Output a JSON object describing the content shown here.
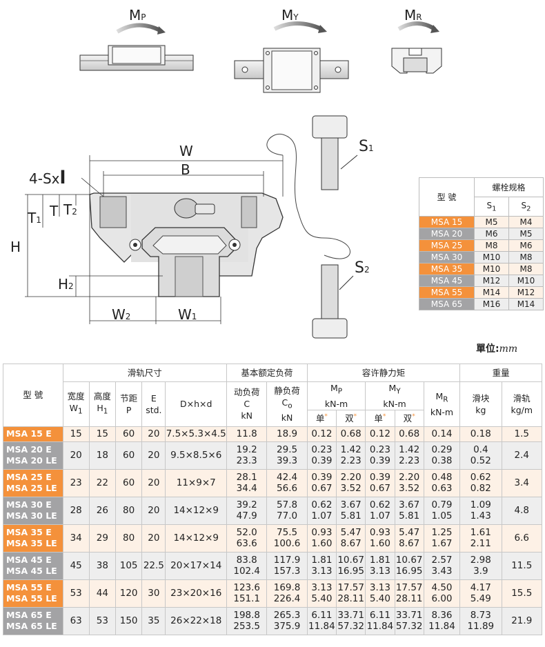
{
  "diagram": {
    "moment_labels": [
      {
        "main": "M",
        "sub": "P"
      },
      {
        "main": "M",
        "sub": "Y"
      },
      {
        "main": "M",
        "sub": "R"
      }
    ],
    "dim_labels": {
      "W": "W",
      "B": "B",
      "sx": "4-Sx",
      "sx_l": "l",
      "T1": "T",
      "T1s": "1",
      "T": "T",
      "T2": "T",
      "T2s": "2",
      "H": "H",
      "H2": "H",
      "H2s": "2",
      "W2": "W",
      "W2s": "2",
      "W1": "W",
      "W1s": "1",
      "S1": "S",
      "S1s": "1",
      "S2": "S",
      "S2s": "2"
    }
  },
  "bolt_table": {
    "header_model": "型 號",
    "header_spec": "螺栓规格",
    "header_s1": "S",
    "header_s1_sub": "1",
    "header_s2": "S",
    "header_s2_sub": "2",
    "rows": [
      {
        "model": "MSA 15",
        "s1": "M5",
        "s2": "M4"
      },
      {
        "model": "MSA 20",
        "s1": "M6",
        "s2": "M5"
      },
      {
        "model": "MSA 25",
        "s1": "M8",
        "s2": "M6"
      },
      {
        "model": "MSA 30",
        "s1": "M10",
        "s2": "M8"
      },
      {
        "model": "MSA 35",
        "s1": "M10",
        "s2": "M8"
      },
      {
        "model": "MSA 45",
        "s1": "M12",
        "s2": "M10"
      },
      {
        "model": "MSA 55",
        "s1": "M14",
        "s2": "M12"
      },
      {
        "model": "MSA 65",
        "s1": "M16",
        "s2": "M14"
      }
    ]
  },
  "unit": {
    "label": "單位:",
    "value": "mm"
  },
  "main_table": {
    "headers": {
      "model": "型 號",
      "rail_dims": "滑轨尺寸",
      "load": "基本额定负荷",
      "moment": "容许静力矩",
      "weight": "重量",
      "w1": "宽度",
      "w1_sym": "W",
      "w1_sub": "1",
      "h1": "高度",
      "h1_sym": "H",
      "h1_sub": "1",
      "p": "节距",
      "p_sym": "P",
      "e": "E",
      "e_sub": "std.",
      "dhd": "D×h×d",
      "c": "动负荷",
      "c_sym": "C",
      "c_unit": "kN",
      "co": "静负荷",
      "co_sym": "C",
      "co_sub": "o",
      "co_unit": "kN",
      "mp": "M",
      "mp_sub": "P",
      "mp_unit": "kN-m",
      "my": "M",
      "my_sub": "Y",
      "my_unit": "kN-m",
      "mr": "M",
      "mr_sub": "R",
      "mr_unit": "kN-m",
      "single": "单",
      "double": "双",
      "block": "滑块",
      "block_unit": "kg",
      "rail": "滑轨",
      "rail_unit": "kg/m"
    },
    "rows": [
      {
        "models": [
          "MSA 15 E"
        ],
        "w1": "15",
        "h1": "15",
        "p": "60",
        "e": "20",
        "dhd": "7.5×5.3×4.5",
        "c": [
          "11.8"
        ],
        "co": [
          "18.9"
        ],
        "mp1": [
          "0.12"
        ],
        "mp2": [
          "0.68"
        ],
        "my1": [
          "0.12"
        ],
        "my2": [
          "0.68"
        ],
        "mr": [
          "0.14"
        ],
        "block": [
          "0.18"
        ],
        "rail": "1.5",
        "color": "orange"
      },
      {
        "models": [
          "MSA 20 E",
          "MSA 20 LE"
        ],
        "w1": "20",
        "h1": "18",
        "p": "60",
        "e": "20",
        "dhd": "9.5×8.5×6",
        "c": [
          "19.2",
          "23.3"
        ],
        "co": [
          "29.5",
          "39.3"
        ],
        "mp1": [
          "0.23",
          "0.39"
        ],
        "mp2": [
          "1.42",
          "2.23"
        ],
        "my1": [
          "0.23",
          "0.39"
        ],
        "my2": [
          "1.42",
          "2.23"
        ],
        "mr": [
          "0.29",
          "0.38"
        ],
        "block": [
          "0.4",
          "0.52"
        ],
        "rail": "2.4",
        "color": "grey"
      },
      {
        "models": [
          "MSA 25 E",
          "MSA 25 LE"
        ],
        "w1": "23",
        "h1": "22",
        "p": "60",
        "e": "20",
        "dhd": "11×9×7",
        "c": [
          "28.1",
          "34.4"
        ],
        "co": [
          "42.4",
          "56.6"
        ],
        "mp1": [
          "0.39",
          "0.67"
        ],
        "mp2": [
          "2.20",
          "3.52"
        ],
        "my1": [
          "0.39",
          "0.67"
        ],
        "my2": [
          "2.20",
          "3.52"
        ],
        "mr": [
          "0.48",
          "0.63"
        ],
        "block": [
          "0.62",
          "0.82"
        ],
        "rail": "3.4",
        "color": "orange"
      },
      {
        "models": [
          "MSA 30 E",
          "MSA 30 LE"
        ],
        "w1": "28",
        "h1": "26",
        "p": "80",
        "e": "20",
        "dhd": "14×12×9",
        "c": [
          "39.2",
          "47.9"
        ],
        "co": [
          "57.8",
          "77.0"
        ],
        "mp1": [
          "0.62",
          "1.07"
        ],
        "mp2": [
          "3.67",
          "5.81"
        ],
        "my1": [
          "0.62",
          "1.07"
        ],
        "my2": [
          "3.67",
          "5.81"
        ],
        "mr": [
          "0.79",
          "1.05"
        ],
        "block": [
          "1.09",
          "1.43"
        ],
        "rail": "4.8",
        "color": "grey"
      },
      {
        "models": [
          "MSA 35 E",
          "MSA 35 LE"
        ],
        "w1": "34",
        "h1": "29",
        "p": "80",
        "e": "20",
        "dhd": "14×12×9",
        "c": [
          "52.0",
          "63.6"
        ],
        "co": [
          "75.5",
          "100.6"
        ],
        "mp1": [
          "0.93",
          "1.60"
        ],
        "mp2": [
          "5.47",
          "8.67"
        ],
        "my1": [
          "0.93",
          "1.60"
        ],
        "my2": [
          "5.47",
          "8.67"
        ],
        "mr": [
          "1.25",
          "1.67"
        ],
        "block": [
          "1.61",
          "2.11"
        ],
        "rail": "6.6",
        "color": "orange"
      },
      {
        "models": [
          "MSA 45 E",
          "MSA 45 LE"
        ],
        "w1": "45",
        "h1": "38",
        "p": "105",
        "e": "22.5",
        "dhd": "20×17×14",
        "c": [
          "83.8",
          "102.4"
        ],
        "co": [
          "117.9",
          "157.3"
        ],
        "mp1": [
          "1.81",
          "3.13"
        ],
        "mp2": [
          "10.67",
          "16.95"
        ],
        "my1": [
          "1.81",
          "3.13"
        ],
        "my2": [
          "10.67",
          "16.95"
        ],
        "mr": [
          "2.57",
          "3.43"
        ],
        "block": [
          "2.98",
          "3.9"
        ],
        "rail": "11.5",
        "color": "grey"
      },
      {
        "models": [
          "MSA 55 E",
          "MSA 55 LE"
        ],
        "w1": "53",
        "h1": "44",
        "p": "120",
        "e": "30",
        "dhd": "23×20×16",
        "c": [
          "123.6",
          "151.1"
        ],
        "co": [
          "169.8",
          "226.4"
        ],
        "mp1": [
          "3.13",
          "5.40"
        ],
        "mp2": [
          "17.57",
          "28.11"
        ],
        "my1": [
          "3.13",
          "5.40"
        ],
        "my2": [
          "17.57",
          "28.11"
        ],
        "mr": [
          "4.50",
          "6.00"
        ],
        "block": [
          "4.17",
          "5.49"
        ],
        "rail": "15.5",
        "color": "orange"
      },
      {
        "models": [
          "MSA 65 E",
          "MSA 65 LE"
        ],
        "w1": "63",
        "h1": "53",
        "p": "150",
        "e": "35",
        "dhd": "26×22×18",
        "c": [
          "198.8",
          "253.5"
        ],
        "co": [
          "265.3",
          "375.9"
        ],
        "mp1": [
          "6.11",
          "11.84"
        ],
        "mp2": [
          "33.71",
          "57.32"
        ],
        "my1": [
          "6.11",
          "11.84"
        ],
        "my2": [
          "33.71",
          "57.32"
        ],
        "mr": [
          "8.36",
          "11.84"
        ],
        "block": [
          "8.73",
          "11.89"
        ],
        "rail": "21.9",
        "color": "grey"
      }
    ]
  },
  "colors": {
    "orange": "#f4913b",
    "grey": "#a3a3a5",
    "orange_light": "#fdf1e6",
    "grey_light": "#eeeeee"
  }
}
